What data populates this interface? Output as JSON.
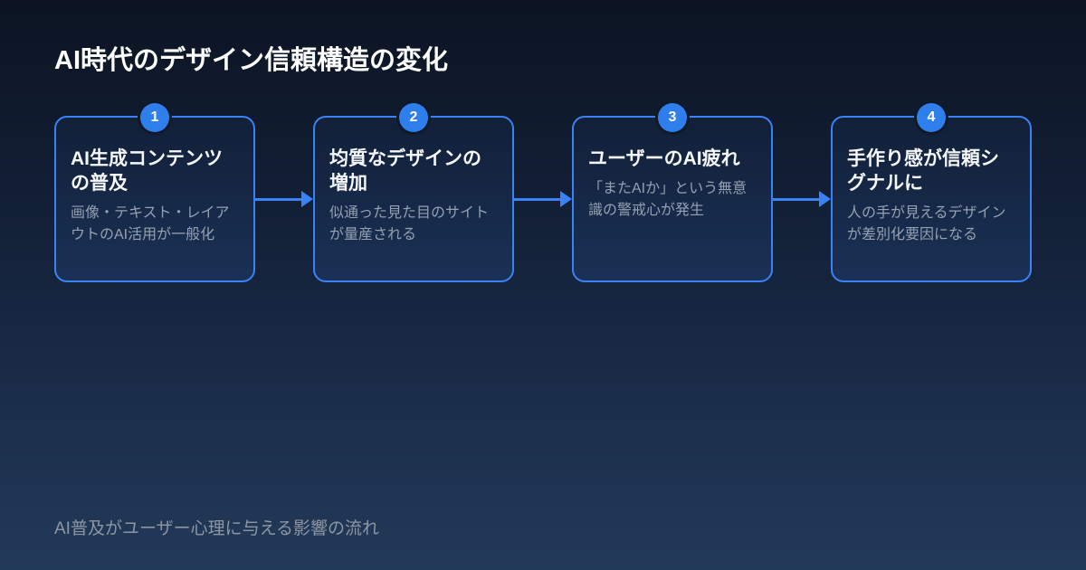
{
  "header": {
    "title": "AI時代のデザイン信頼構造の変化"
  },
  "flow": {
    "steps": [
      {
        "number": "1",
        "title": "AI生成コンテンツの普及",
        "description": "画像・テキスト・レイアウトのAI活用が一般化"
      },
      {
        "number": "2",
        "title": "均質なデザインの増加",
        "description": "似通った見た目のサイトが量産される"
      },
      {
        "number": "3",
        "title": "ユーザーのAI疲れ",
        "description": "「またAIか」という無意識の警戒心が発生"
      },
      {
        "number": "4",
        "title": "手作り感が信頼シグナルに",
        "description": "人の手が見えるデザインが差別化要因になる"
      }
    ]
  },
  "footer": {
    "caption": "AI普及がユーザー心理に与える影響の流れ"
  },
  "colors": {
    "accent_border_arrow": "#3b82f6",
    "badge_background": "#2e7fec",
    "background_top": "#0c1423",
    "background_bottom": "#223a59",
    "title_text": "#ffffff",
    "card_title_text": "#f5f8fc",
    "description_text": "#95a0b1",
    "caption_text": "#8e96a4"
  }
}
